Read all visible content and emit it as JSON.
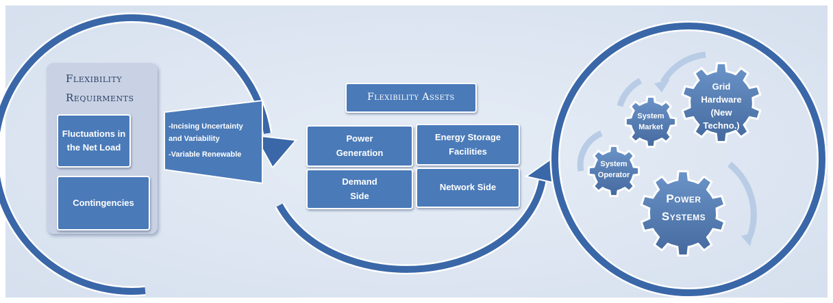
{
  "colors": {
    "background": "#dde6f2",
    "arrow": "#3a67a8",
    "box_fill": "#4a7ab8",
    "panel_fill": "#c9d2e4",
    "gear_fill": "#5a84bb",
    "text_dark": "#2b3f66"
  },
  "requirements": {
    "title_line1": "Flexibility",
    "title_line2": "Requirments",
    "items": [
      {
        "line1": "Fluctuations in",
        "line2": "the Net Load"
      },
      {
        "line1": "Contingencies"
      }
    ]
  },
  "drivers": {
    "line1": "-Incising Uncertainty",
    "line2": "and Variability",
    "line3": "-Variable Renewable"
  },
  "assets": {
    "title": "Flexibility Assets",
    "items": [
      {
        "line1": "Power",
        "line2": "Generation"
      },
      {
        "line1": "Energy Storage",
        "line2": "Facilities"
      },
      {
        "line1": "Demand",
        "line2": "Side"
      },
      {
        "line1": "Network Side"
      }
    ]
  },
  "power_systems": {
    "grid": {
      "line1": "Grid",
      "line2": "Hardware",
      "line3": "(New",
      "line4": "Techno.)"
    },
    "market": {
      "line1": "System",
      "line2": "Market"
    },
    "operator": {
      "line1": "System",
      "line2": "Operator"
    },
    "core": {
      "line1": "Power",
      "line2": "Systems"
    }
  }
}
